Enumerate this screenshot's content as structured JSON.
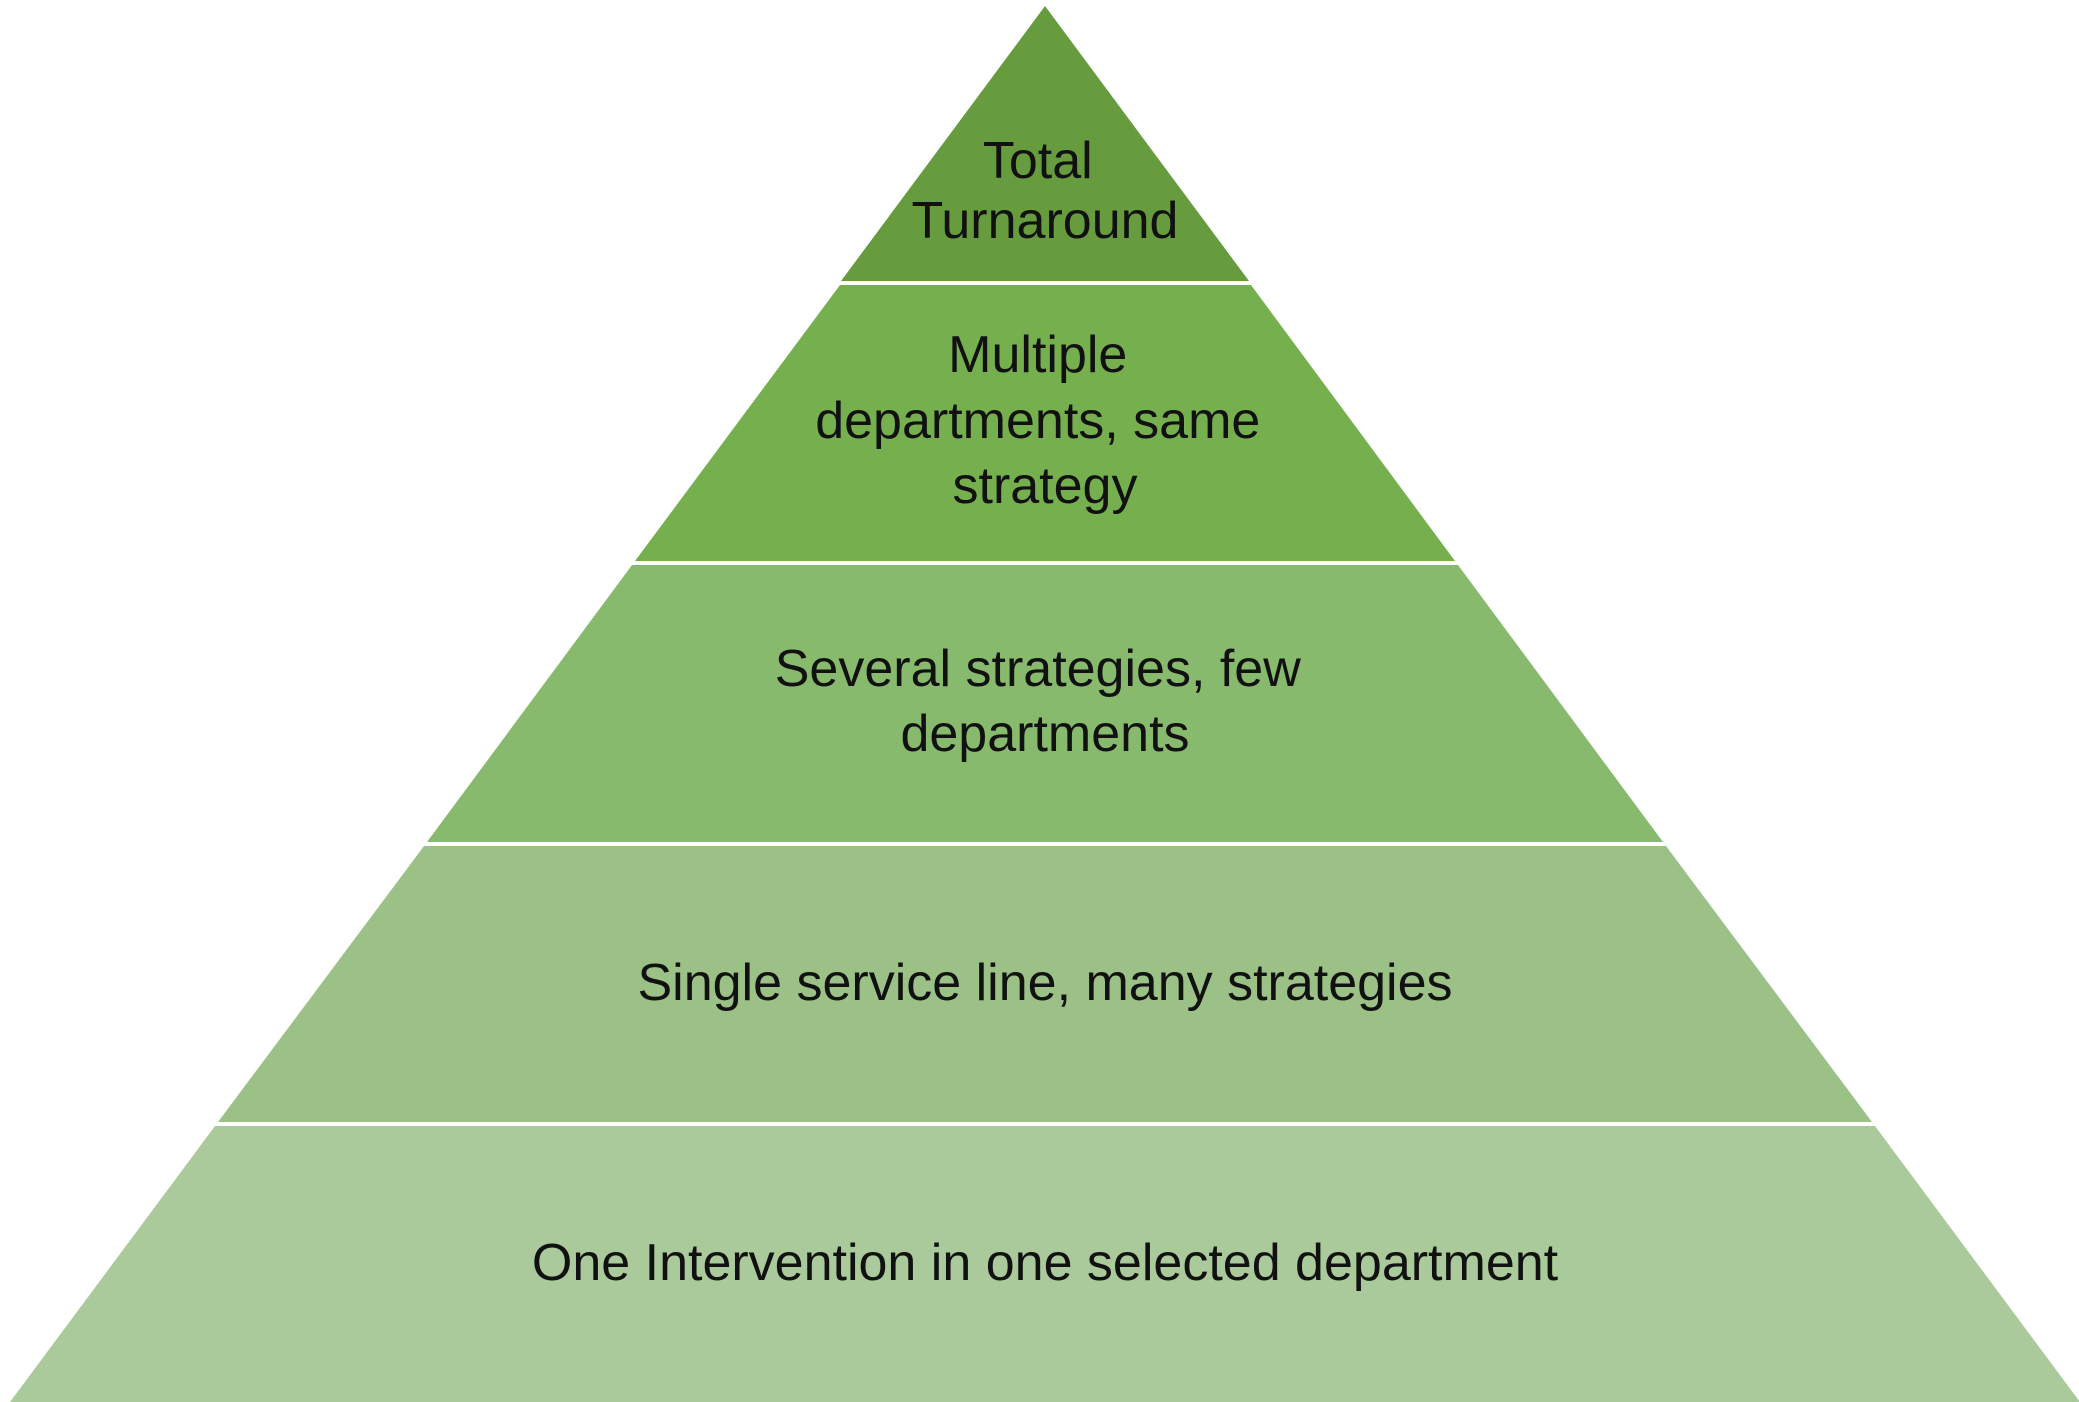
{
  "diagram": {
    "type": "pyramid",
    "tiers": [
      {
        "lines": [
          "Total",
          "Turnaround"
        ],
        "color": "#669c3d"
      },
      {
        "lines": [
          "Multiple",
          "departments, same",
          "strategy"
        ],
        "color": "#76b04e"
      },
      {
        "lines": [
          "Several strategies, few",
          "departments"
        ],
        "color": "#88ba6d"
      },
      {
        "lines": [
          "Single service line, many strategies"
        ],
        "color": "#9bc187"
      },
      {
        "lines": [
          "One Intervention in one selected department"
        ],
        "color": "#abca9b"
      }
    ]
  }
}
